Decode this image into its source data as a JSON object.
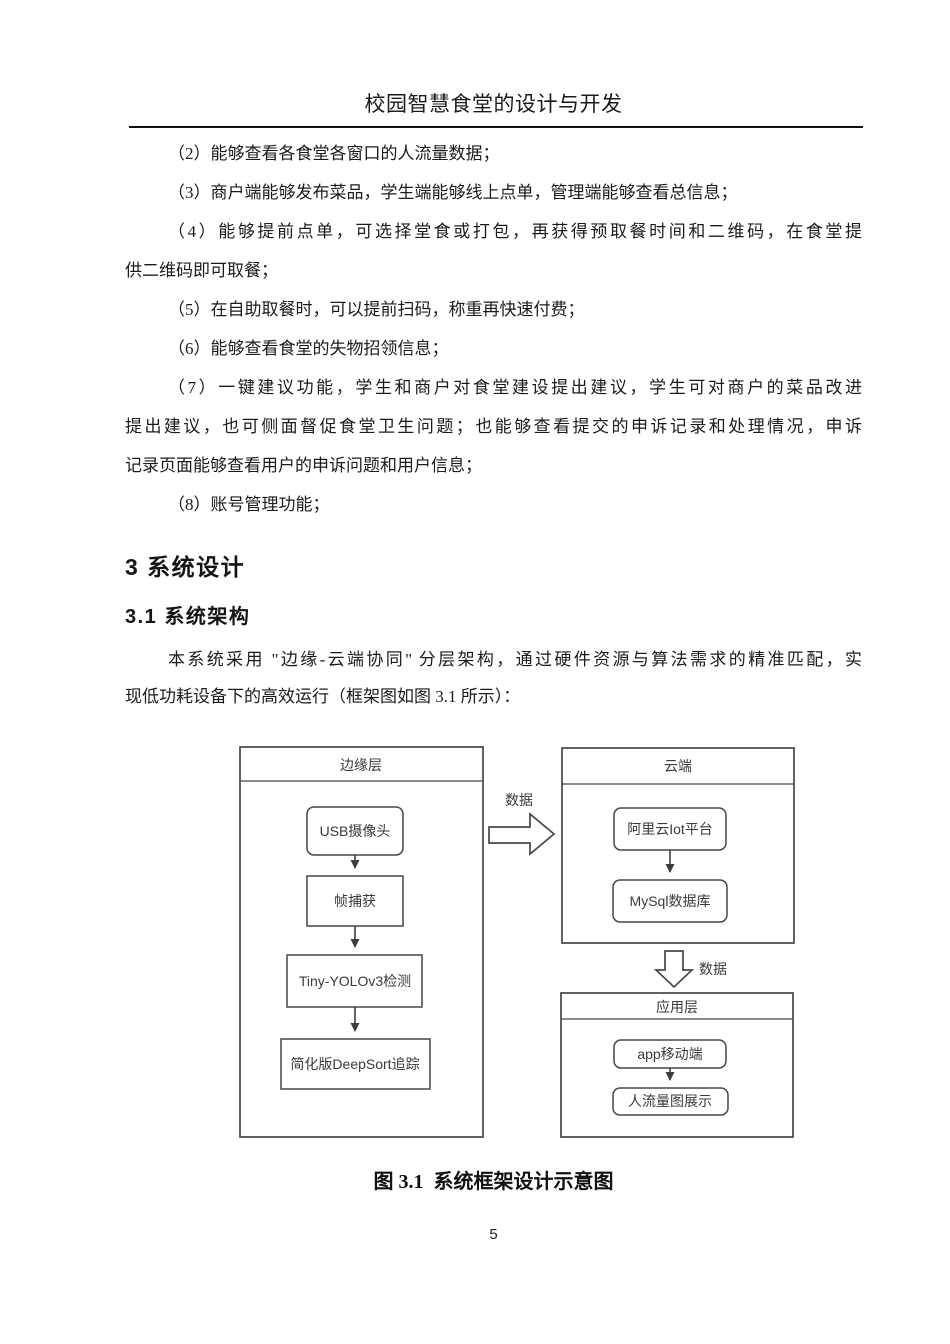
{
  "header": {
    "title": "校园智慧食堂的设计与开发"
  },
  "body": {
    "lines": [
      {
        "text": "（2）能够查看各食堂各窗口的人流量数据；"
      },
      {
        "text": "（3）商户端能够发布菜品，学生端能够线上点单，管理端能够查看总信息；"
      },
      {
        "text": "（4）能够提前点单，可选择堂食或打包，再获得预取餐时间和二维码，在食堂提"
      },
      {
        "text": "供二维码即可取餐；"
      },
      {
        "text": "（5）在自助取餐时，可以提前扫码，称重再快速付费；"
      },
      {
        "text": "（6）能够查看食堂的失物招领信息；"
      },
      {
        "text": "（7）一键建议功能，学生和商户对食堂建设提出建议，学生可对商户的菜品改进"
      },
      {
        "text": "提出建议，也可侧面督促食堂卫生问题；也能够查看提交的申诉记录和处理情况，申诉"
      },
      {
        "text": "记录页面能够查看用户的申诉问题和用户信息；"
      },
      {
        "text": "（8）账号管理功能；"
      }
    ]
  },
  "sections": {
    "h1": "3 系统设计",
    "h2": "3.1 系统架构"
  },
  "intro": {
    "lines": [
      {
        "text": "本系统采用 \"边缘-云端协同\" 分层架构，通过硬件资源与算法需求的精准匹配，实"
      },
      {
        "text": "现低功耗设备下的高效运行（框架图如图 3.1 所示）："
      }
    ]
  },
  "figure": {
    "caption": "图 3.1  系统框架设计示意图",
    "edge_layer": {
      "title": "边缘层",
      "node1": "USB摄像头",
      "node2": "帧捕获",
      "node3": "Tiny-YOLOv3检测",
      "node4": "简化版DeepSort追踪"
    },
    "cloud_layer": {
      "title": "云端",
      "node1": "阿里云Iot平台",
      "node2": "MySql数据库"
    },
    "app_layer": {
      "title": "应用层",
      "node1": "app移动端",
      "node2": "人流量图展示"
    },
    "labels": {
      "edge_to_cloud": "数据",
      "cloud_to_app": "数据"
    }
  },
  "footer": {
    "page_number": "5"
  },
  "colors": {
    "diagram_stroke": "#474747",
    "text": "#1b1b1b"
  }
}
